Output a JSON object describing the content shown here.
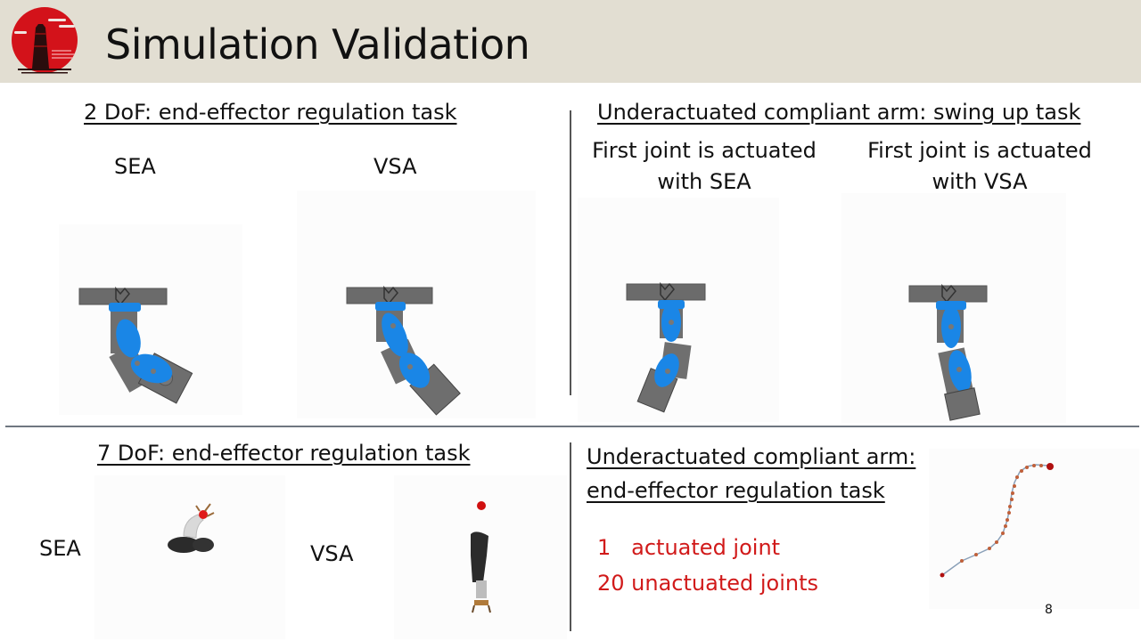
{
  "slide": {
    "title": "Simulation Validation",
    "logo_icon": "university-tower-sun-logo",
    "page_number": "8",
    "colors": {
      "header_bg": "#e2ded2",
      "logo_red": "#d3121a",
      "robot_blue": "#1a86e6",
      "robot_gray": "#6b6b6b",
      "highlight_red": "#d11a1a",
      "divider": "#6f7780"
    }
  },
  "top_left": {
    "heading": "2 DoF: end-effector regulation task",
    "labels": [
      "SEA",
      "VSA"
    ]
  },
  "top_right": {
    "heading": "Underactuated compliant arm: swing up task",
    "captions": [
      {
        "line1": "First joint is actuated",
        "line2": "with SEA"
      },
      {
        "line1": "First joint is actuated",
        "line2": "with VSA"
      }
    ]
  },
  "bottom_left": {
    "heading": "7 DoF: end-effector regulation task",
    "labels": [
      "SEA",
      "VSA"
    ]
  },
  "bottom_right": {
    "heading_line1": "Underactuated compliant arm:",
    "heading_line2": "end-effector regulation task",
    "stats": [
      {
        "text": "1   actuated joint"
      },
      {
        "text": "20 unactuated joints"
      }
    ]
  }
}
